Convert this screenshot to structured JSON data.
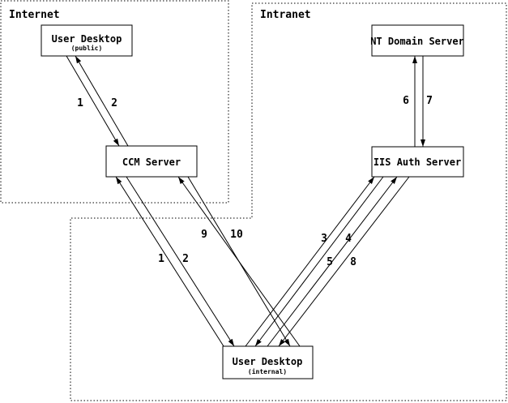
{
  "diagram": {
    "zones": {
      "internet": {
        "label": "Internet"
      },
      "intranet": {
        "label": "Intranet"
      }
    },
    "nodes": {
      "user_desktop_public": {
        "title": "User Desktop",
        "subtitle": "(public)"
      },
      "nt_domain_server": {
        "title": "NT Domain Server"
      },
      "ccm_server": {
        "title": "CCM Server"
      },
      "iis_auth_server": {
        "title": "IIS Auth Server"
      },
      "user_desktop_internal": {
        "title": "User Desktop",
        "subtitle": "(internal)"
      }
    },
    "flow_labels": {
      "public_to_ccm": "1",
      "ccm_to_public": "2",
      "internal_to_ccm": "1",
      "ccm_to_internal": "2",
      "internal_to_iis_a": "3",
      "iis_to_internal_a": "4",
      "internal_to_iis_b": "5",
      "iis_to_nt": "6",
      "nt_to_iis": "7",
      "iis_to_internal_b": "8",
      "internal_to_ccm_b": "9",
      "ccm_to_internal_b": "10"
    },
    "colors": {
      "ink": "#000000",
      "background": "#ffffff"
    }
  }
}
